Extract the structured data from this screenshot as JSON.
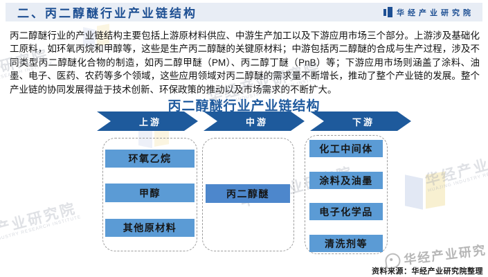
{
  "header": {
    "title": "二、丙二醇醚行业产业链结构",
    "logo_text": "华经产业研究院"
  },
  "intro": {
    "text": "丙二醇醚行业的产业链结构主要包括上游原材料供应、中游生产加工以及下游应用市场三个部分。上游涉及基础化工原料，如环氧丙烷和甲醇等，这些是生产丙二醇醚的关键原材料；中游包括丙二醇醚的合成与生产过程，涉及不同类型丙二醇醚化合物的制造，如丙二醇甲醚（PM）、丙二醇丁醚（PnB）等；下游应用市场则涵盖了涂料、油墨、电子、医药、农药等多个领域，这些应用领域对丙二醇醚的需求量不断增长，推动了整个产业链的发展。整个产业链的协同发展得益于技术创新、环保政策的推动以及市场需求的不断扩大。"
  },
  "diagram": {
    "title": "丙二醇醚行业产业链结构",
    "stages": [
      {
        "label": "上游",
        "items": [
          "环氧乙烷",
          "甲醇",
          "其他原材料"
        ]
      },
      {
        "label": "中游",
        "items": [
          "丙二醇醚"
        ]
      },
      {
        "label": "下游",
        "items": [
          "化工中间体",
          "涂料及油墨",
          "电子化学品",
          "清洗剂等"
        ]
      }
    ]
  },
  "footer": {
    "source": "资料来源：华经产业研究院整理"
  },
  "watermarks": {
    "diagonal_text": "华经产业研究院",
    "diagonal_subtext": "HUAJING INDUSTRY RESEARCH INSTITUTE",
    "weibo_text": "华经产业研究"
  },
  "colors": {
    "accent_blue": "#1e5a9c",
    "box_blue": "#5b9bd5",
    "mid_box_blue": "#4d87cc",
    "title_blue": "#1c4e92",
    "header_bg": "#e8edf5"
  }
}
